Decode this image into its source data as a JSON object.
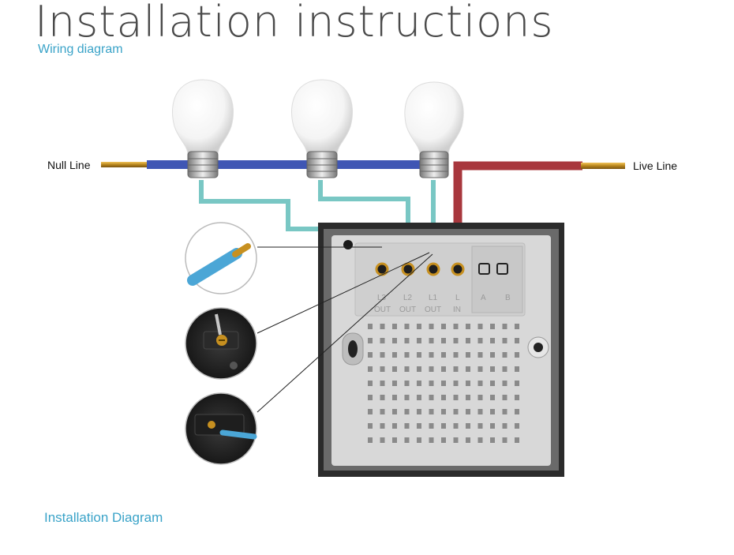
{
  "title": "Installation instructions",
  "subtitle_wiring": "Wiring diagram",
  "subtitle_install": "Installation Diagram",
  "labels": {
    "null_line": "Null Line",
    "live_line": "Live Line"
  },
  "terminal_labels": [
    "L3",
    "L2",
    "L1",
    "L",
    "A",
    "B"
  ],
  "terminal_sub_labels": [
    "OUT",
    "OUT",
    "OUT",
    "IN"
  ],
  "colors": {
    "accent_text": "#3aa3c8",
    "null_wire": "#3f56b4",
    "live_wire": "#a8373d",
    "switched_wire": "#79c7c4",
    "switch_frame": "#2b2b2b",
    "switch_back": "#d8d8d8"
  },
  "bulbs": 3,
  "detail_views": [
    "stripped-wire-end",
    "screw-terminal-closeup",
    "wire-inserted-closeup"
  ]
}
